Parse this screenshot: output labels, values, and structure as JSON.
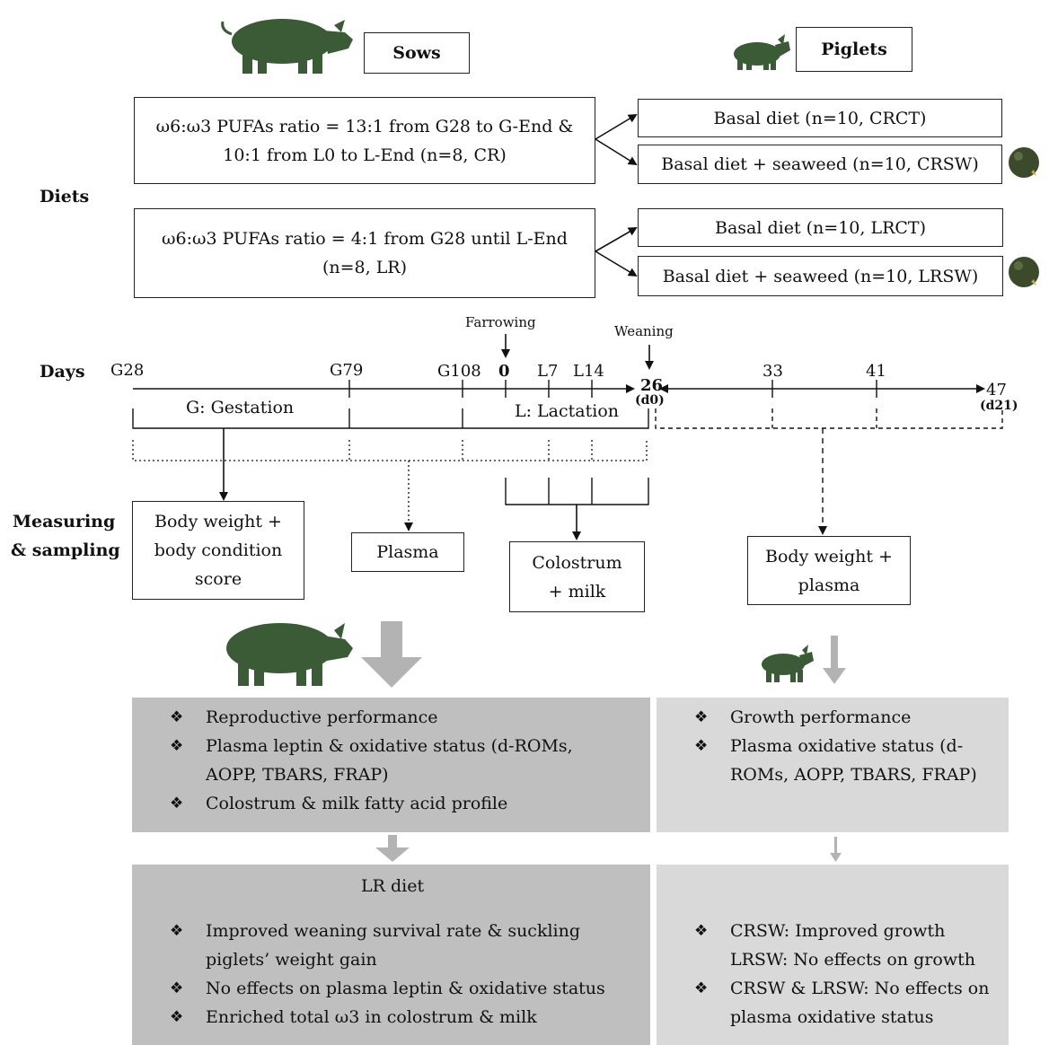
{
  "headers": {
    "sows": "Sows",
    "piglets": "Piglets"
  },
  "row_labels": {
    "diets": "Diets",
    "days": "Days",
    "measuring_1": "Measuring",
    "measuring_2": "& sampling"
  },
  "sow_diets": {
    "cr_line1": "ω6:ω3 PUFAs ratio = 13:1 from G28 to G-End &",
    "cr_line2": "10:1 from L0 to L-End (n=8, CR)",
    "lr_line1": "ω6:ω3 PUFAs ratio = 4:1 from G28 until L-End",
    "lr_line2": "(n=8, LR)"
  },
  "piglet_diets": {
    "crct": "Basal diet (n=10, CRCT)",
    "crsw": "Basal diet + seaweed (n=10, CRSW)",
    "lrct": "Basal diet (n=10, LRCT)",
    "lrsw": "Basal diet + seaweed (n=10, LRSW)"
  },
  "timeline": {
    "farrowing": "Farrowing",
    "weaning": "Weaning",
    "ticks": [
      "G28",
      "G79",
      "G108",
      "0",
      "L7",
      "L14",
      "26",
      "33",
      "41",
      "47"
    ],
    "d0": "(d0)",
    "d21": "(d21)",
    "gestation": "G: Gestation",
    "lactation": "L: Lactation"
  },
  "measurements": {
    "bw_line1": "Body weight +",
    "bw_line2": "body condition",
    "bw_line3": "score",
    "plasma": "Plasma",
    "col_line1": "Colostrum",
    "col_line2": "+ milk",
    "pbw_line1": "Body weight +",
    "pbw_line2": "plasma"
  },
  "sow_outcomes": [
    {
      "line1": "Reproductive performance"
    },
    {
      "line1": "Plasma leptin & oxidative status (d-ROMs,",
      "line2": "AOPP, TBARS, FRAP)"
    },
    {
      "line1": "Colostrum & milk fatty acid profile"
    }
  ],
  "piglet_outcomes": [
    {
      "line1": "Growth performance"
    },
    {
      "line1": "Plasma oxidative status (d-",
      "line2": "ROMs, AOPP, TBARS, FRAP)"
    }
  ],
  "sow_results": {
    "title": "LR diet",
    "items": [
      {
        "line1": "Improved weaning survival rate & suckling",
        "line2": "piglets’ weight gain"
      },
      {
        "line1": "No effects on plasma leptin & oxidative status"
      },
      {
        "line1": "Enriched total ω3 in colostrum & milk"
      }
    ]
  },
  "piglet_results": {
    "items": [
      {
        "line1": "CRSW: Improved growth",
        "line2": "LRSW: No effects on growth"
      },
      {
        "line1": "CRSW & LRSW: No effects on",
        "line2": "plasma oxidative status"
      }
    ]
  },
  "colors": {
    "animal": "#3b5a36",
    "panel_dark": "#bfbfbf",
    "panel_light": "#d9d9d9",
    "big_arrow": "#b3b3b3"
  },
  "icons": [
    "sow-silhouette",
    "piglet-silhouette",
    "seaweed-ball",
    "diamond-bullet"
  ]
}
